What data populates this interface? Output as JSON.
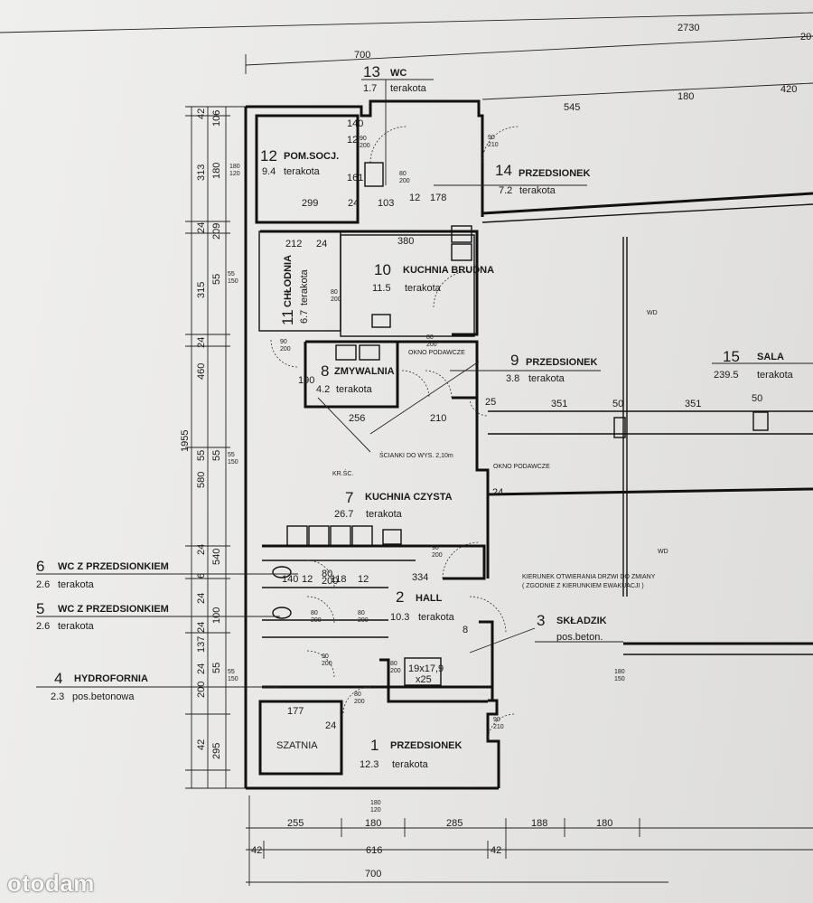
{
  "rooms": [
    {
      "number": "1",
      "name": "PRZEDSIONEK",
      "area": "12.3",
      "floor": "terakota"
    },
    {
      "number": "2",
      "name": "HALL",
      "area": "10.3",
      "floor": "terakota"
    },
    {
      "number": "3",
      "name": "SKŁADZIK",
      "area": "",
      "floor": "pos.beton."
    },
    {
      "number": "4",
      "name": "HYDROFORNIA",
      "area": "2.3",
      "floor": "pos.betonowa"
    },
    {
      "number": "5",
      "name": "WC Z PRZEDSIONKIEM",
      "area": "2.6",
      "floor": "terakota"
    },
    {
      "number": "6",
      "name": "WC Z PRZEDSIONKIEM",
      "area": "2.6",
      "floor": "terakota"
    },
    {
      "number": "7",
      "name": "KUCHNIA CZYSTA",
      "area": "26.7",
      "floor": "terakota"
    },
    {
      "number": "8",
      "name": "ZMYWALNIA",
      "area": "4.2",
      "floor": "terakota"
    },
    {
      "number": "9",
      "name": "PRZEDSIONEK",
      "area": "3.8",
      "floor": "terakota"
    },
    {
      "number": "10",
      "name": "KUCHNIA BRUDNA",
      "area": "11.5",
      "floor": "terakota"
    },
    {
      "number": "11",
      "name": "CHŁODNIA",
      "area": "6.7",
      "floor": "terakota"
    },
    {
      "number": "12",
      "name": "POM.SOCJ.",
      "area": "9.4",
      "floor": "terakota"
    },
    {
      "number": "13",
      "name": "WC",
      "area": "1.7",
      "floor": "terakota"
    },
    {
      "number": "14",
      "name": "PRZEDSIONEK",
      "area": "7.2",
      "floor": "terakota"
    },
    {
      "number": "15",
      "name": "SALA",
      "area": "239.5",
      "floor": "terakota"
    }
  ],
  "notes": {
    "szatnia": "SZATNIA",
    "okno1": "OKNO PODAWCZE",
    "okno2": "OKNO PODAWCZE",
    "scianki": "ŚCIANKI DO WYS. 2,10m",
    "krsc": "KR.ŚC.",
    "kierunek1": "KIERUNEK OTWIERANIA DRZWI DO ZMIANY",
    "kierunek2": "( ZGODNIE Z KIERUNKIEM EWAKUACJI )",
    "stairs1": "19x17,9",
    "stairs2": "x25",
    "wd1": "WD",
    "wd2": "WD"
  },
  "dims": {
    "top": {
      "d700": "700",
      "d2730": "2730",
      "d20": "20",
      "d545": "545",
      "d180": "180",
      "d420": "420"
    },
    "bottom": {
      "d255": "255",
      "d180": "180",
      "d285": "285",
      "d188": "188",
      "d180b": "180",
      "d42a": "42",
      "d616": "616",
      "d42b": "42",
      "d700": "700"
    },
    "left_outer": {
      "total": "1955"
    },
    "left_mid": [
      "42",
      "313",
      "24",
      "315",
      "24",
      "460",
      "55",
      "580",
      "24",
      "6",
      "24",
      "24",
      "137",
      "24",
      "200",
      "42"
    ],
    "left_inner": [
      "106",
      "180",
      "209",
      "55",
      "55",
      "540",
      "100",
      "55",
      "295"
    ],
    "interior": [
      "299",
      "24",
      "103",
      "12",
      "178",
      "161",
      "12",
      "140",
      "212",
      "24",
      "380",
      "190",
      "256",
      "210",
      "25",
      "351",
      "50",
      "351",
      "50",
      "24",
      "140",
      "12",
      "118",
      "12",
      "334",
      "177",
      "24",
      "8",
      "80",
      "200"
    ],
    "doors": [
      "90/200",
      "80/200",
      "90/210",
      "180/120",
      "55/150",
      "55/150",
      "55/150",
      "180/150",
      "180/120",
      "90/200",
      "80/200",
      "80/200",
      "80/200",
      "80/200",
      "90/200",
      "90/210",
      "80/200",
      "80/200",
      "90/200"
    ]
  },
  "watermark": "otodam"
}
